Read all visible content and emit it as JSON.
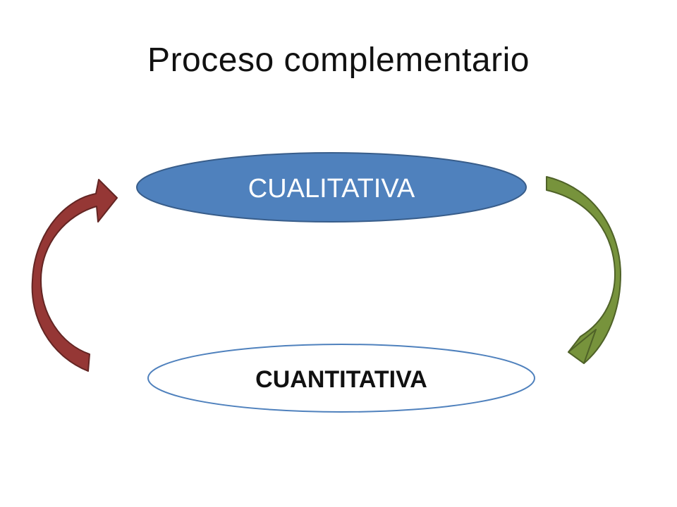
{
  "slide": {
    "title": "Proceso complementario"
  },
  "nodes": {
    "top": {
      "label": "CUALITATIVA",
      "fill": "#4F81BD",
      "stroke": "#385D8A",
      "text_color": "#FFFFFF"
    },
    "bottom": {
      "label": "CUANTITATIVA",
      "fill": "#FFFFFF",
      "stroke": "#4F81BD",
      "text_color": "#111111"
    }
  },
  "arrows": {
    "left": {
      "icon": "curved-arrow-up-right-icon",
      "fill": "#953735",
      "stroke": "#632523"
    },
    "right": {
      "icon": "curved-arrow-down-left-icon",
      "fill": "#77933C",
      "stroke": "#4F6228"
    }
  }
}
